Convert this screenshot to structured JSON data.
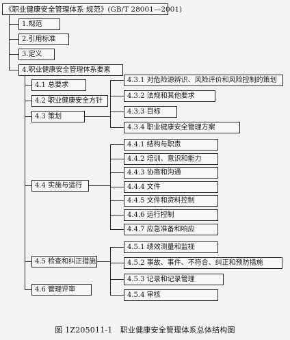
{
  "diagram": {
    "root": "《职业健康安全管理体系 规范》(GB/T 28001—2001)",
    "level1": [
      "1.规范",
      "2.引用标准",
      "3.定义",
      "4.职业健康安全管理体系要素"
    ],
    "elements": [
      "4.1 总要求",
      "4.2 职业健康安全方针",
      "4.3 策划",
      "4.4 实施与运行",
      "4.5 检查和纠正措施",
      "4.6 管理评审"
    ],
    "planning": [
      "4.3.1 对危险源辨识、风险评价和风险控制的策划",
      "4.3.2 法规和其他要求",
      "4.3.3 目标",
      "4.3.4 职业健康安全管理方案"
    ],
    "implementation": [
      "4.4.1 结构与职责",
      "4.4.2 培训、意识和能力",
      "4.4.3 协商和沟通",
      "4.4.4 文件",
      "4.4.5 文件和资料控制",
      "4.4.6 运行控制",
      "4.4.7 应急准备和响应"
    ],
    "checking": [
      "4.5.1 绩效测量和监视",
      "4.5.2 事故、事件、不符合、纠正和预防措施",
      "4.5.3 记录和记录管理",
      "4.5.4 审核"
    ]
  },
  "caption": "图 1Z205011-1　职业健康安全管理体系总体结构图"
}
